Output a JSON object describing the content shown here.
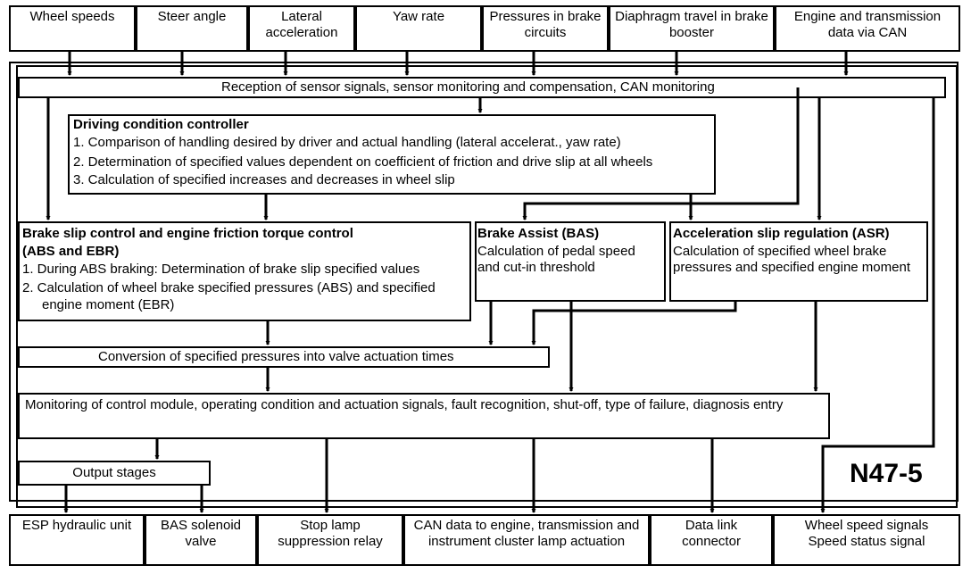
{
  "inputs": [
    "Wheel speeds",
    "Steer angle",
    "Lateral acceleration",
    "Yaw rate",
    "Pressures in brake circuits",
    "Diaphragm travel in brake booster",
    "Engine and transmission data via CAN"
  ],
  "reception": "Reception of sensor signals, sensor monitoring and compensation, CAN monitoring",
  "driving": {
    "title": "Driving condition controller",
    "items": [
      "1.  Comparison of handling desired by driver and actual handling (lateral accelerat., yaw rate)",
      "2.   Determination of specified values dependent on coefficient of friction and drive slip at all wheels",
      "3.   Calculation of specified increases and decreases in wheel slip"
    ]
  },
  "brake_slip": {
    "title_1": "Brake slip control and engine friction torque control",
    "title_2": "(ABS and EBR)",
    "item_1": "1.   During ABS braking: Determination of brake slip specified values",
    "item_2a": "2.   Calculation of wheel brake specified pressures (ABS) and specified",
    "item_2b": "engine moment (EBR)"
  },
  "bas": {
    "title": "Brake Assist (BAS)",
    "line_1": "Calculation of pedal speed",
    "line_2": "and cut-in threshold"
  },
  "asr": {
    "title": "Acceleration slip regulation (ASR)",
    "line_1": "Calculation of specified wheel brake",
    "line_2": "pressures and specified engine moment"
  },
  "conversion": "Conversion of specified pressures into valve actuation times",
  "monitoring": "Monitoring of control module, operating condition and actuation signals, fault recognition, shut-off, type of failure, diagnosis entry",
  "output_stages": "Output stages",
  "module_code": "N47-5",
  "outputs": [
    "ESP hydraulic unit",
    "BAS solenoid valve",
    "Stop lamp suppression relay",
    "CAN data to engine, transmission and instrument cluster lamp actuation",
    "Data link connector",
    "Wheel speed signals Speed status signal"
  ]
}
